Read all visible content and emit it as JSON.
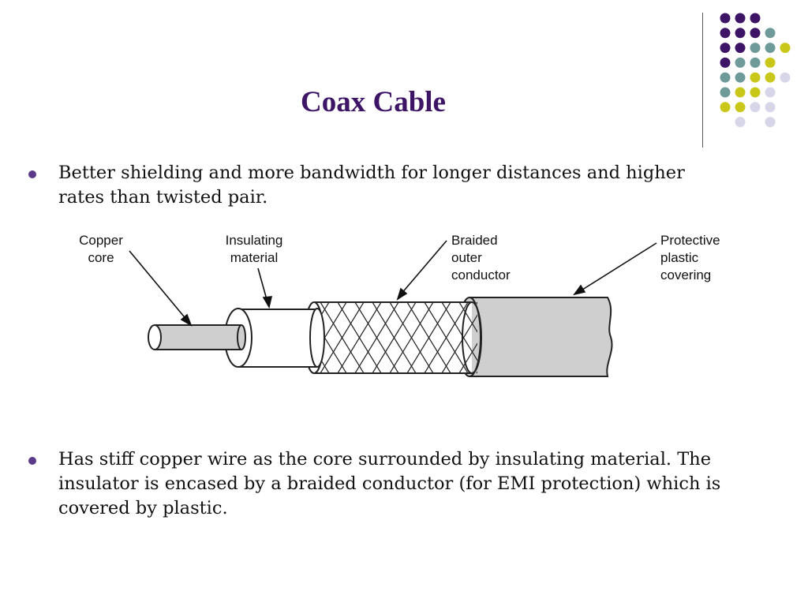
{
  "slide": {
    "title": "Coax Cable",
    "bullets": [
      "Better shielding and more bandwidth for longer distances and higher rates than twisted pair.",
      "Has stiff copper wire as the core surrounded by insulating material. The insulator is encased by a braided conductor (for EMI protection) which is covered by plastic."
    ]
  },
  "diagram": {
    "labels": {
      "copper_core": [
        "Copper",
        "core"
      ],
      "insulating_material": [
        "Insulating",
        "material"
      ],
      "braided_outer_conductor": [
        "Braided",
        "outer",
        "conductor"
      ],
      "protective_plastic_covering": [
        "Protective",
        "plastic",
        "covering"
      ]
    }
  },
  "theme": {
    "title_color": "#3d1466",
    "bullet_color": "#5b3a8a",
    "dot_colors": [
      "#3d1466",
      "#6f9a9a",
      "#c9c81a",
      "#d6d6e8"
    ]
  }
}
